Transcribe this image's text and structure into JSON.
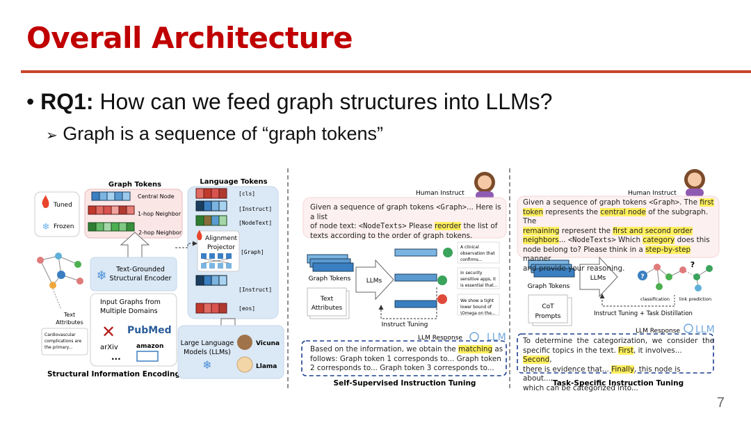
{
  "slide": {
    "title": "Overall Architecture",
    "bullet1_label": "RQ1:",
    "bullet1_text": " How can we feed graph structures into LLMs?",
    "bullet2_text": "Graph is a sequence of “graph tokens”",
    "page_number": "7"
  },
  "left_panel": {
    "graph_tokens_header": "Graph Tokens",
    "central_node": "Central Node",
    "hop1": "1-hop Neighbor",
    "hop2": "2-hop Neighbor",
    "tuned": "Tuned",
    "frozen": "Frozen",
    "encoder_line1": "Text-Grounded",
    "encoder_line2": "Structural Encoder",
    "text_attributes_1": "Text",
    "text_attributes_2": "Attributes",
    "note_line1": "Cardiovascular",
    "note_line2": "complications are",
    "note_line3": "the primary...",
    "input_graphs_1": "Input Graphs from",
    "input_graphs_2": "Multiple Domains",
    "pubmed": "PubMed",
    "arxiv": "arXiv",
    "amazon": "amazon",
    "ellipsis": "...",
    "caption": "Structural Information Encoding",
    "language_tokens_header": "Language Tokens",
    "tok_cls": "[cls]",
    "tok_instruct1": "[Instruct]",
    "tok_nodetext": "[NodeText]",
    "tok_graph": "[Graph]",
    "tok_instruct2": "[Instruct]",
    "tok_eos": "[eos]",
    "alignment_1": "Alignment",
    "alignment_2": "Projector",
    "llm_1": "Large Language",
    "llm_2": "Models (LLMs)",
    "vicuna": "Vicuna",
    "llama": "Llama"
  },
  "middle_panel": {
    "human_instruct": "Human Instruct",
    "instruct_line1a": "Given a sequence of graph tokens ",
    "instruct_graph": "<Graph>",
    "instruct_line1b": "... Here is a list",
    "instruct_line2a": "of node text: ",
    "instruct_nodetexts": "<NodeTexts>",
    "instruct_line2b": " Please ",
    "instruct_reorder": "reorder",
    "instruct_line2c": " the list of",
    "instruct_line3": "texts according to the order of graph tokens.",
    "graph_tokens": "Graph Tokens",
    "llms": "LLMs",
    "text_attr_1": "Text",
    "text_attr_2": "Attributes",
    "snippet1_a": "A clinical",
    "snippet1_b": "observation that",
    "snippet1_c": "confirms...",
    "snippet2_a": "In security",
    "snippet2_b": "sensitive apps, it",
    "snippet2_c": "is essential that...",
    "snippet3_a": "We show a tight",
    "snippet3_b": "lower bound of",
    "snippet3_c": "\\Omega on the...",
    "instruct_tuning": "Instruct Tuning",
    "llm_response": "LLM Response",
    "llm_logo": "LLM",
    "resp_line1a": "Based on the information, we obtain the ",
    "resp_matching": "matching",
    "resp_line1b": " as",
    "resp_line2": "follows: Graph token 1 corresponds to... Graph token",
    "resp_line3": "2 corresponds to... Graph token 3 corresponds to...",
    "caption": "Self-Supervised Instruction Tuning"
  },
  "right_panel": {
    "human_instruct": "Human Instruct",
    "l1a": "Given a sequence of graph tokens ",
    "l1_graph": "<Graph>",
    "l1b": ". The ",
    "l1_first": "first",
    "l2_token": "token",
    "l2a": " represents the ",
    "l2_central": "central node",
    "l2b": " of the subgraph. The",
    "l3_remaining": "remaining",
    "l3a": " represent the ",
    "l3_order": "first and second order",
    "l4_neighbors": "neighbors",
    "l4a": "... ",
    "l4_nodetexts": "<NodeTexts>",
    "l4b": " Which ",
    "l4_category": "category",
    "l4c": " does this",
    "l5a": "node belong to? Please think in a ",
    "l5_step": "step-by-step",
    "l5b": " manner",
    "l6": "and provide your reasoning.",
    "graph_tokens": "Graph Tokens",
    "llms": "LLMs",
    "cot_1": "CoT",
    "cot_2": "Prompts",
    "classification": "classification",
    "link_prediction": "link prediction",
    "question_mark": "?",
    "distill": "Instruct Tuning + Task Distillation",
    "llm_response": "LLM Response",
    "llm_logo": "LLM",
    "r1": "To  determine  the  categorization,  we  consider  the",
    "r2a": "specific topics in the text. ",
    "r2_first": "First",
    "r2b": ", it involves... ",
    "r2_second": "Second",
    "r2c": ",",
    "r3a": "there is evidence that... ",
    "r3_finally": "Finally",
    "r3b": ", this node is about...,",
    "r4": "which can be categorized into...",
    "caption": "Task-Specific Instruction Tuning"
  },
  "colors": {
    "title": "#c00000",
    "rule": "#c8442b",
    "highlight": "#ffef5e",
    "panel_blue": "#dbe8f5",
    "instruct_pink": "#fdf0f0",
    "token_red": "#d9534f",
    "token_blue": "#3a7fc1",
    "token_green": "#4caf50"
  }
}
